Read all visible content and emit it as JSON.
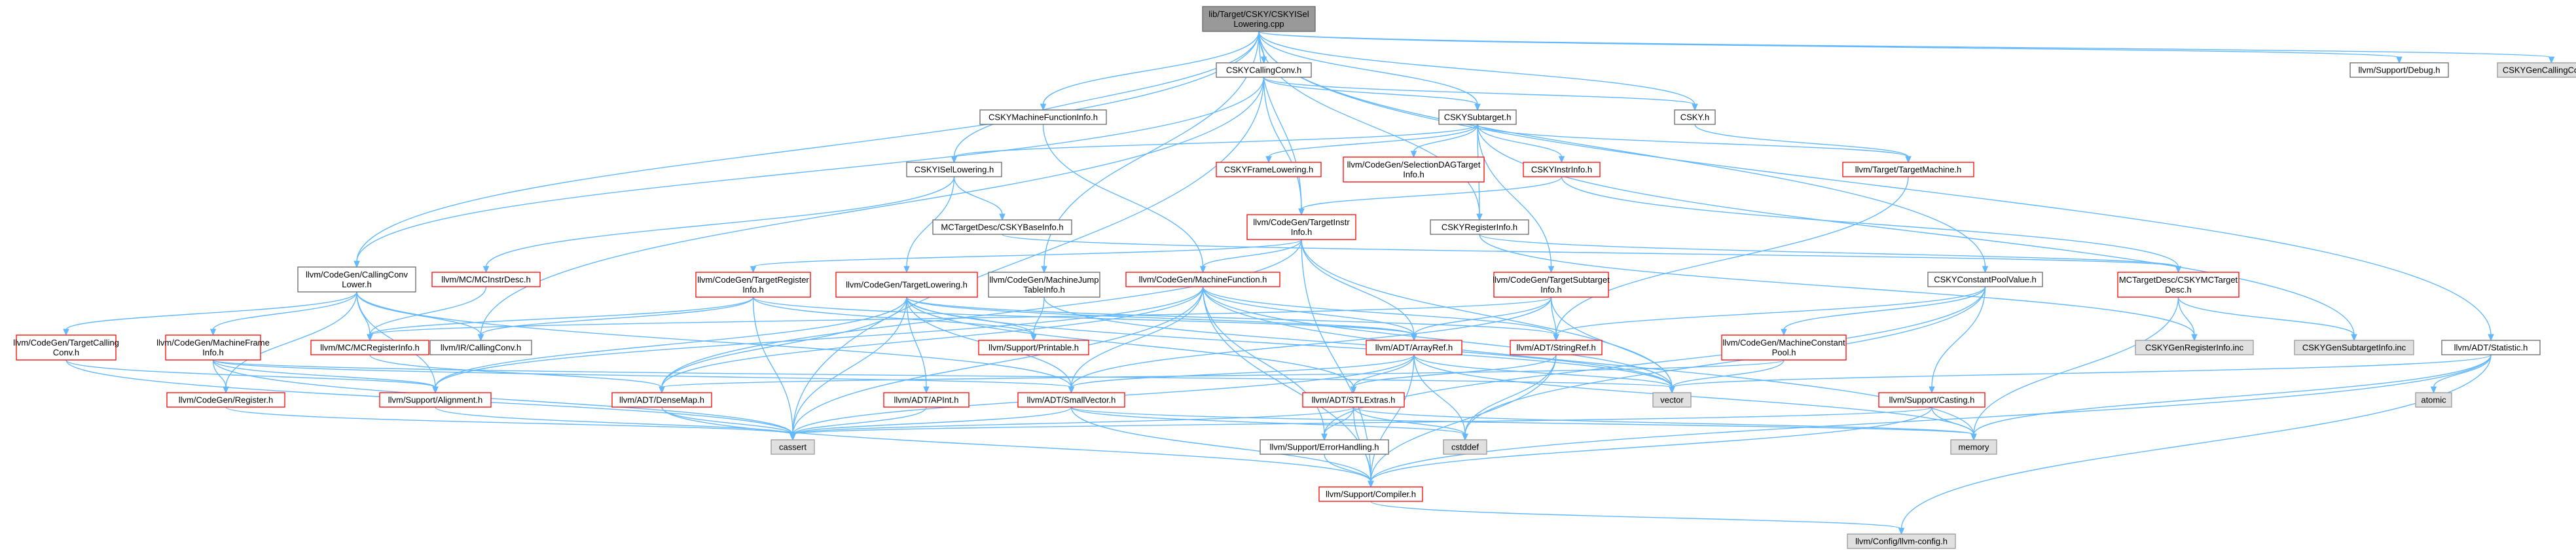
{
  "graph": {
    "style": {
      "edge_color": "#63b8ff",
      "root_fill": "#999999",
      "root_stroke": "#666666",
      "internal_stroke": "#666666",
      "highlight_stroke": "#ff0000",
      "external_fill": "#e0e0e0",
      "external_stroke": "#999999",
      "node_fill": "#ffffff"
    },
    "nodes": [
      {
        "id": "root",
        "lines": [
          "lib/Target/CSKY/CSKYISel",
          "Lowering.cpp"
        ],
        "kind": "root"
      },
      {
        "id": "callconv",
        "lines": [
          "CSKYCallingConv.h"
        ],
        "kind": "internal"
      },
      {
        "id": "mfi",
        "lines": [
          "CSKYMachineFunctionInfo.h"
        ],
        "kind": "internal"
      },
      {
        "id": "subtarget",
        "lines": [
          "CSKYSubtarget.h"
        ],
        "kind": "internal"
      },
      {
        "id": "cskyh",
        "lines": [
          "CSKY.h"
        ],
        "kind": "internal"
      },
      {
        "id": "debug",
        "lines": [
          "llvm/Support/Debug.h"
        ],
        "kind": "internal"
      },
      {
        "id": "gencc",
        "lines": [
          "CSKYGenCallingConv.inc"
        ],
        "kind": "external"
      },
      {
        "id": "isellow",
        "lines": [
          "CSKYISelLowering.h"
        ],
        "kind": "internal"
      },
      {
        "id": "framelow",
        "lines": [
          "CSKYFrameLowering.h"
        ],
        "kind": "highlight"
      },
      {
        "id": "seldag",
        "lines": [
          "llvm/CodeGen/SelectionDAGTarget",
          "Info.h"
        ],
        "kind": "highlight"
      },
      {
        "id": "instrinfo",
        "lines": [
          "CSKYInstrInfo.h"
        ],
        "kind": "highlight"
      },
      {
        "id": "targetmachine",
        "lines": [
          "llvm/Target/TargetMachine.h"
        ],
        "kind": "highlight"
      },
      {
        "id": "baseinfo",
        "lines": [
          "MCTargetDesc/CSKYBaseInfo.h"
        ],
        "kind": "internal"
      },
      {
        "id": "tii",
        "lines": [
          "llvm/CodeGen/TargetInstr",
          "Info.h"
        ],
        "kind": "highlight"
      },
      {
        "id": "reginfo",
        "lines": [
          "CSKYRegisterInfo.h"
        ],
        "kind": "internal"
      },
      {
        "id": "cclower",
        "lines": [
          "llvm/CodeGen/CallingConv",
          "Lower.h"
        ],
        "kind": "internal"
      },
      {
        "id": "mcinstrdesc",
        "lines": [
          "llvm/MC/MCInstrDesc.h"
        ],
        "kind": "highlight"
      },
      {
        "id": "tri",
        "lines": [
          "llvm/CodeGen/TargetRegister",
          "Info.h"
        ],
        "kind": "highlight"
      },
      {
        "id": "tl",
        "lines": [
          "llvm/CodeGen/TargetLowering.h"
        ],
        "kind": "highlight"
      },
      {
        "id": "mjt",
        "lines": [
          "llvm/CodeGen/MachineJump",
          "TableInfo.h"
        ],
        "kind": "internal"
      },
      {
        "id": "mf",
        "lines": [
          "llvm/CodeGen/MachineFunction.h"
        ],
        "kind": "highlight"
      },
      {
        "id": "tsi",
        "lines": [
          "llvm/CodeGen/TargetSubtarget",
          "Info.h"
        ],
        "kind": "highlight"
      },
      {
        "id": "cpv",
        "lines": [
          "CSKYConstantPoolValue.h"
        ],
        "kind": "internal"
      },
      {
        "id": "mctdesc",
        "lines": [
          "MCTargetDesc/CSKYMCTarget",
          "Desc.h"
        ],
        "kind": "highlight"
      },
      {
        "id": "tcc",
        "lines": [
          "llvm/CodeGen/TargetCalling",
          "Conv.h"
        ],
        "kind": "highlight"
      },
      {
        "id": "mfinfo",
        "lines": [
          "llvm/CodeGen/MachineFrame",
          "Info.h"
        ],
        "kind": "highlight"
      },
      {
        "id": "mcreg",
        "lines": [
          "llvm/MC/MCRegisterInfo.h"
        ],
        "kind": "highlight"
      },
      {
        "id": "ircc",
        "lines": [
          "llvm/IR/CallingConv.h"
        ],
        "kind": "internal"
      },
      {
        "id": "printable",
        "lines": [
          "llvm/Support/Printable.h"
        ],
        "kind": "highlight"
      },
      {
        "id": "arrayref",
        "lines": [
          "llvm/ADT/ArrayRef.h"
        ],
        "kind": "highlight"
      },
      {
        "id": "stringref",
        "lines": [
          "llvm/ADT/StringRef.h"
        ],
        "kind": "highlight"
      },
      {
        "id": "mcp",
        "lines": [
          "llvm/CodeGen/MachineConstant",
          "Pool.h"
        ],
        "kind": "highlight"
      },
      {
        "id": "genreg",
        "lines": [
          "CSKYGenRegisterInfo.inc"
        ],
        "kind": "external"
      },
      {
        "id": "gensub",
        "lines": [
          "CSKYGenSubtargetInfo.inc"
        ],
        "kind": "external"
      },
      {
        "id": "statistic",
        "lines": [
          "llvm/ADT/Statistic.h"
        ],
        "kind": "internal"
      },
      {
        "id": "vector",
        "lines": [
          "vector"
        ],
        "kind": "external"
      },
      {
        "id": "atomic",
        "lines": [
          "atomic"
        ],
        "kind": "external"
      },
      {
        "id": "register",
        "lines": [
          "llvm/CodeGen/Register.h"
        ],
        "kind": "highlight"
      },
      {
        "id": "alignment",
        "lines": [
          "llvm/Support/Alignment.h"
        ],
        "kind": "highlight"
      },
      {
        "id": "densemap",
        "lines": [
          "llvm/ADT/DenseMap.h"
        ],
        "kind": "highlight"
      },
      {
        "id": "apint",
        "lines": [
          "llvm/ADT/APInt.h"
        ],
        "kind": "highlight"
      },
      {
        "id": "smallvector",
        "lines": [
          "llvm/ADT/SmallVector.h"
        ],
        "kind": "highlight"
      },
      {
        "id": "stlextras",
        "lines": [
          "llvm/ADT/STLExtras.h"
        ],
        "kind": "highlight"
      },
      {
        "id": "casting",
        "lines": [
          "llvm/Support/Casting.h"
        ],
        "kind": "highlight"
      },
      {
        "id": "memory",
        "lines": [
          "memory"
        ],
        "kind": "external"
      },
      {
        "id": "cassert",
        "lines": [
          "cassert"
        ],
        "kind": "external"
      },
      {
        "id": "cstddef",
        "lines": [
          "cstddef"
        ],
        "kind": "external"
      },
      {
        "id": "errhandling",
        "lines": [
          "llvm/Support/ErrorHandling.h"
        ],
        "kind": "internal"
      },
      {
        "id": "compiler",
        "lines": [
          "llvm/Support/Compiler.h"
        ],
        "kind": "highlight"
      },
      {
        "id": "config",
        "lines": [
          "llvm/Config/llvm-config.h"
        ],
        "kind": "external"
      }
    ],
    "edges": [
      [
        "root",
        "callconv"
      ],
      [
        "root",
        "mfi"
      ],
      [
        "root",
        "subtarget"
      ],
      [
        "root",
        "cskyh"
      ],
      [
        "root",
        "debug"
      ],
      [
        "root",
        "gencc"
      ],
      [
        "root",
        "isellow"
      ],
      [
        "root",
        "cclower"
      ],
      [
        "root",
        "tii"
      ],
      [
        "root",
        "mjt"
      ],
      [
        "root",
        "cpv"
      ],
      [
        "root",
        "statistic"
      ],
      [
        "root",
        "reginfo"
      ],
      [
        "callconv",
        "subtarget"
      ],
      [
        "callconv",
        "cskyh"
      ],
      [
        "callconv",
        "cclower"
      ],
      [
        "callconv",
        "tii"
      ],
      [
        "callconv",
        "ircc"
      ],
      [
        "callconv",
        "cassert"
      ],
      [
        "mfi",
        "mf"
      ],
      [
        "subtarget",
        "framelow"
      ],
      [
        "subtarget",
        "seldag"
      ],
      [
        "subtarget",
        "instrinfo"
      ],
      [
        "subtarget",
        "targetmachine"
      ],
      [
        "subtarget",
        "reginfo"
      ],
      [
        "subtarget",
        "tsi"
      ],
      [
        "subtarget",
        "isellow"
      ],
      [
        "subtarget",
        "gensub"
      ],
      [
        "cskyh",
        "targetmachine"
      ],
      [
        "isellow",
        "baseinfo"
      ],
      [
        "isellow",
        "tl"
      ],
      [
        "isellow",
        "mcinstrdesc"
      ],
      [
        "instrinfo",
        "tii"
      ],
      [
        "instrinfo",
        "mctdesc"
      ],
      [
        "targetmachine",
        "stringref"
      ],
      [
        "baseinfo",
        "mctdesc"
      ],
      [
        "tii",
        "mf"
      ],
      [
        "tii",
        "tri"
      ],
      [
        "tii",
        "arrayref"
      ],
      [
        "tii",
        "densemap"
      ],
      [
        "tii",
        "compiler"
      ],
      [
        "tii",
        "vector"
      ],
      [
        "reginfo",
        "mctdesc"
      ],
      [
        "reginfo",
        "genreg"
      ],
      [
        "cclower",
        "tcc"
      ],
      [
        "cclower",
        "mfinfo"
      ],
      [
        "cclower",
        "mcreg"
      ],
      [
        "cclower",
        "ircc"
      ],
      [
        "cclower",
        "register"
      ],
      [
        "cclower",
        "alignment"
      ],
      [
        "cclower",
        "smallvector"
      ],
      [
        "mcinstrdesc",
        "mcreg"
      ],
      [
        "tri",
        "mcreg"
      ],
      [
        "tri",
        "ircc"
      ],
      [
        "tri",
        "printable"
      ],
      [
        "tri",
        "arrayref"
      ],
      [
        "tri",
        "cassert"
      ],
      [
        "tl",
        "printable"
      ],
      [
        "tl",
        "arrayref"
      ],
      [
        "tl",
        "stringref"
      ],
      [
        "tl",
        "densemap"
      ],
      [
        "tl",
        "apint"
      ],
      [
        "tl",
        "smallvector"
      ],
      [
        "tl",
        "stlextras"
      ],
      [
        "tl",
        "alignment"
      ],
      [
        "tl",
        "cassert"
      ],
      [
        "tl",
        "vector"
      ],
      [
        "mjt",
        "printable"
      ],
      [
        "mjt",
        "vector"
      ],
      [
        "mf",
        "arrayref"
      ],
      [
        "mf",
        "densemap"
      ],
      [
        "mf",
        "smallvector"
      ],
      [
        "mf",
        "alignment"
      ],
      [
        "mf",
        "compiler"
      ],
      [
        "mf",
        "cassert"
      ],
      [
        "mf",
        "memory"
      ],
      [
        "mf",
        "vector"
      ],
      [
        "mf",
        "stringref"
      ],
      [
        "mf",
        "errhandling"
      ],
      [
        "tsi",
        "arrayref"
      ],
      [
        "tsi",
        "stringref"
      ],
      [
        "tsi",
        "smallvector"
      ],
      [
        "tsi",
        "vector"
      ],
      [
        "tsi",
        "mcreg"
      ],
      [
        "cpv",
        "mcp"
      ],
      [
        "cpv",
        "stringref"
      ],
      [
        "cpv",
        "casting"
      ],
      [
        "cpv",
        "errhandling"
      ],
      [
        "cpv",
        "cstddef"
      ],
      [
        "mctdesc",
        "genreg"
      ],
      [
        "mctdesc",
        "gensub"
      ],
      [
        "mctdesc",
        "memory"
      ],
      [
        "tcc",
        "alignment"
      ],
      [
        "tcc",
        "cassert"
      ],
      [
        "mfinfo",
        "register"
      ],
      [
        "mfinfo",
        "alignment"
      ],
      [
        "mfinfo",
        "smallvector"
      ],
      [
        "mfinfo",
        "cassert"
      ],
      [
        "mfinfo",
        "vector"
      ],
      [
        "mcreg",
        "densemap"
      ],
      [
        "arrayref",
        "smallvector"
      ],
      [
        "arrayref",
        "stlextras"
      ],
      [
        "arrayref",
        "compiler"
      ],
      [
        "arrayref",
        "cassert"
      ],
      [
        "arrayref",
        "cstddef"
      ],
      [
        "arrayref",
        "memory"
      ],
      [
        "arrayref",
        "vector"
      ],
      [
        "stringref",
        "stlextras"
      ],
      [
        "stringref",
        "compiler"
      ],
      [
        "stringref",
        "cstddef"
      ],
      [
        "mcp",
        "densemap"
      ],
      [
        "mcp",
        "vector"
      ],
      [
        "statistic",
        "atomic"
      ],
      [
        "statistic",
        "memory"
      ],
      [
        "statistic",
        "vector"
      ],
      [
        "statistic",
        "compiler"
      ],
      [
        "statistic",
        "config"
      ],
      [
        "register",
        "cassert"
      ],
      [
        "alignment",
        "cassert"
      ],
      [
        "densemap",
        "compiler"
      ],
      [
        "densemap",
        "cassert"
      ],
      [
        "apint",
        "cassert"
      ],
      [
        "smallvector",
        "compiler"
      ],
      [
        "smallvector",
        "cassert"
      ],
      [
        "smallvector",
        "cstddef"
      ],
      [
        "smallvector",
        "memory"
      ],
      [
        "stlextras",
        "compiler"
      ],
      [
        "stlextras",
        "errhandling"
      ],
      [
        "stlextras",
        "memory"
      ],
      [
        "stlextras",
        "cassert"
      ],
      [
        "stlextras",
        "cstddef"
      ],
      [
        "casting",
        "compiler"
      ],
      [
        "casting",
        "memory"
      ],
      [
        "casting",
        "cassert"
      ],
      [
        "errhandling",
        "compiler"
      ],
      [
        "compiler",
        "config"
      ]
    ]
  }
}
